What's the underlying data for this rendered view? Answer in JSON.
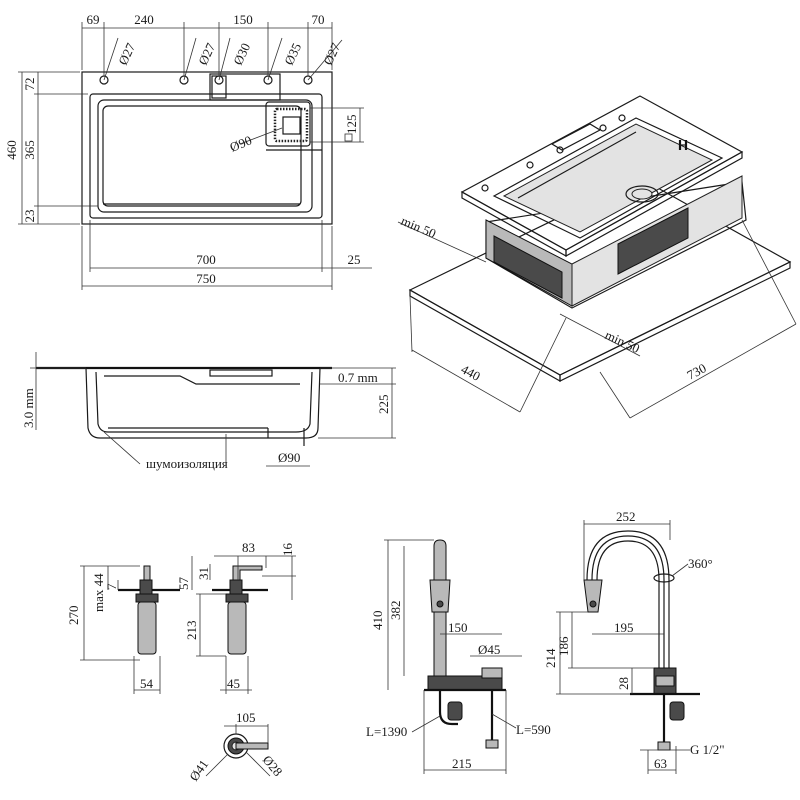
{
  "top_view": {
    "hole_spacing": [
      "69",
      "240",
      "150",
      "70"
    ],
    "hole_diameters": [
      "Ø27",
      "Ø27",
      "Ø30",
      "Ø35",
      "Ø27"
    ],
    "height_total": "460",
    "height_top": "72",
    "height_bowl": "365",
    "height_bottom": "23",
    "drain": "Ø90",
    "basket": "125",
    "width_inner": "700",
    "width_side": "25",
    "width_total": "750"
  },
  "iso_view": {
    "min_left": "min 50",
    "min_right": "min 50",
    "depth": "440",
    "length": "730"
  },
  "side_view": {
    "thickness": "3.0 mm",
    "lip": "0.7 mm",
    "depth": "225",
    "insulation": "шумоизоляция",
    "drain": "Ø90"
  },
  "dispenser": {
    "height_total": "270",
    "max_top": "max 44",
    "seven": "7",
    "width_a": "54",
    "spout": "83",
    "spout_h": "16",
    "h57": "57",
    "h31": "31",
    "h213": "213",
    "width_b": "45",
    "reach": "105",
    "d41": "Ø41",
    "d28": "Ø28"
  },
  "faucet": {
    "h410": "410",
    "h382": "382",
    "reach": "150",
    "base": "Ø45",
    "hose_a": "L=1390",
    "hose_b": "L=590",
    "w215": "215",
    "w252": "252",
    "rotation": "360°",
    "w195": "195",
    "h214": "214",
    "h186": "186",
    "h28": "28",
    "thread": "G 1/2\"",
    "w63": "63"
  }
}
